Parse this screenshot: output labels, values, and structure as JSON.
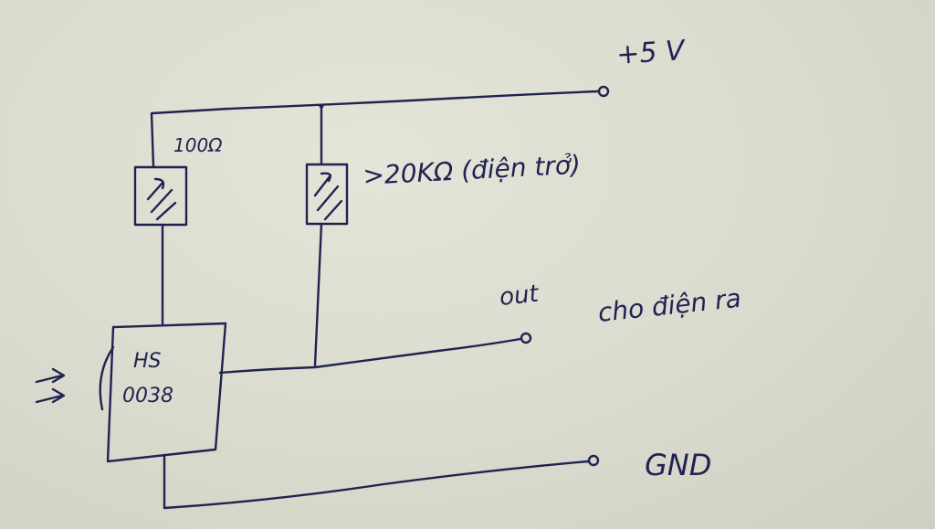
{
  "labels": {
    "supply": "+5 V",
    "r1": "100Ω",
    "r2": ">20KΩ (điện trở)",
    "out": "out",
    "out_note": "cho điện ra",
    "gnd": "GND",
    "ic_line1": "HS",
    "ic_line2": "0038"
  },
  "icons": {
    "ir_input": "arrows-icon",
    "sensor_dome": "ir-lens-icon"
  },
  "colors": {
    "ink": "#1f2350",
    "paper": "#dcdccf"
  }
}
